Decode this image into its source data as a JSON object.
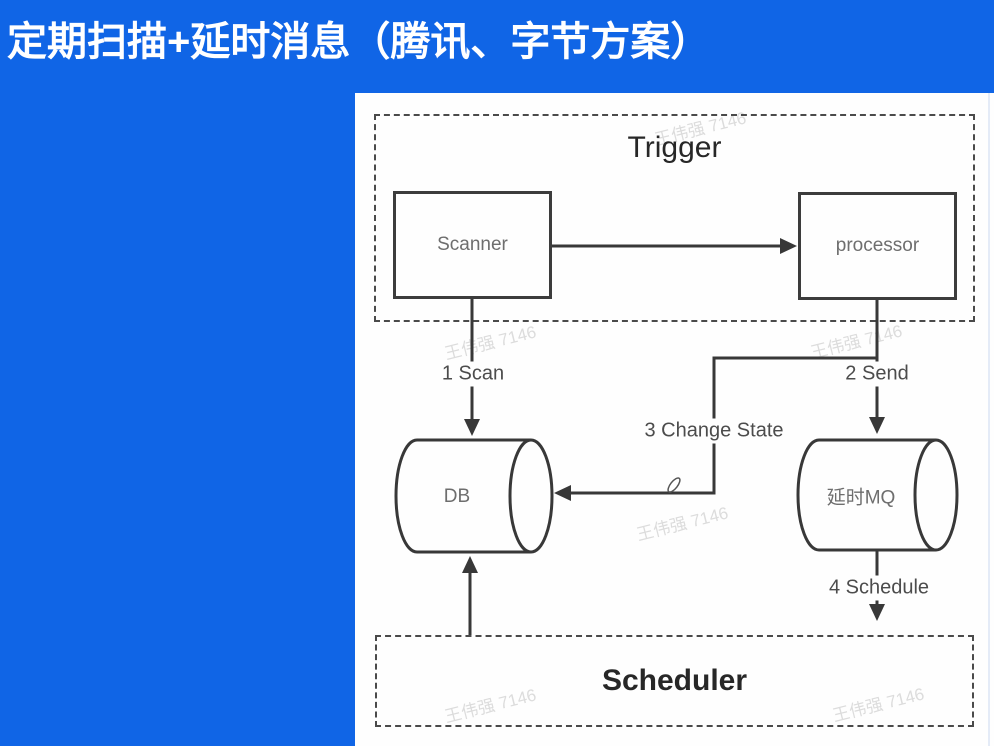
{
  "title": "定期扫描+延时消息（腾讯、字节方案）",
  "watermark": {
    "text": "王伟强 7146"
  },
  "diagram": {
    "groups": {
      "trigger": {
        "label": "Trigger"
      },
      "scheduler": {
        "label": "Scheduler"
      }
    },
    "nodes": {
      "scanner": {
        "label": "Scanner"
      },
      "processor": {
        "label": "processor"
      },
      "db": {
        "label": "DB"
      },
      "delay_mq": {
        "label": "延时MQ"
      }
    },
    "edges": {
      "scan": {
        "label": "1 Scan"
      },
      "send": {
        "label": "2 Send"
      },
      "change_state": {
        "label": "3 Change State"
      },
      "schedule": {
        "label": "4 Schedule"
      }
    }
  },
  "colors": {
    "background": "#1065e6",
    "panel": "#fefefe",
    "line": "#383838",
    "watermark": "#dcdcdc"
  }
}
